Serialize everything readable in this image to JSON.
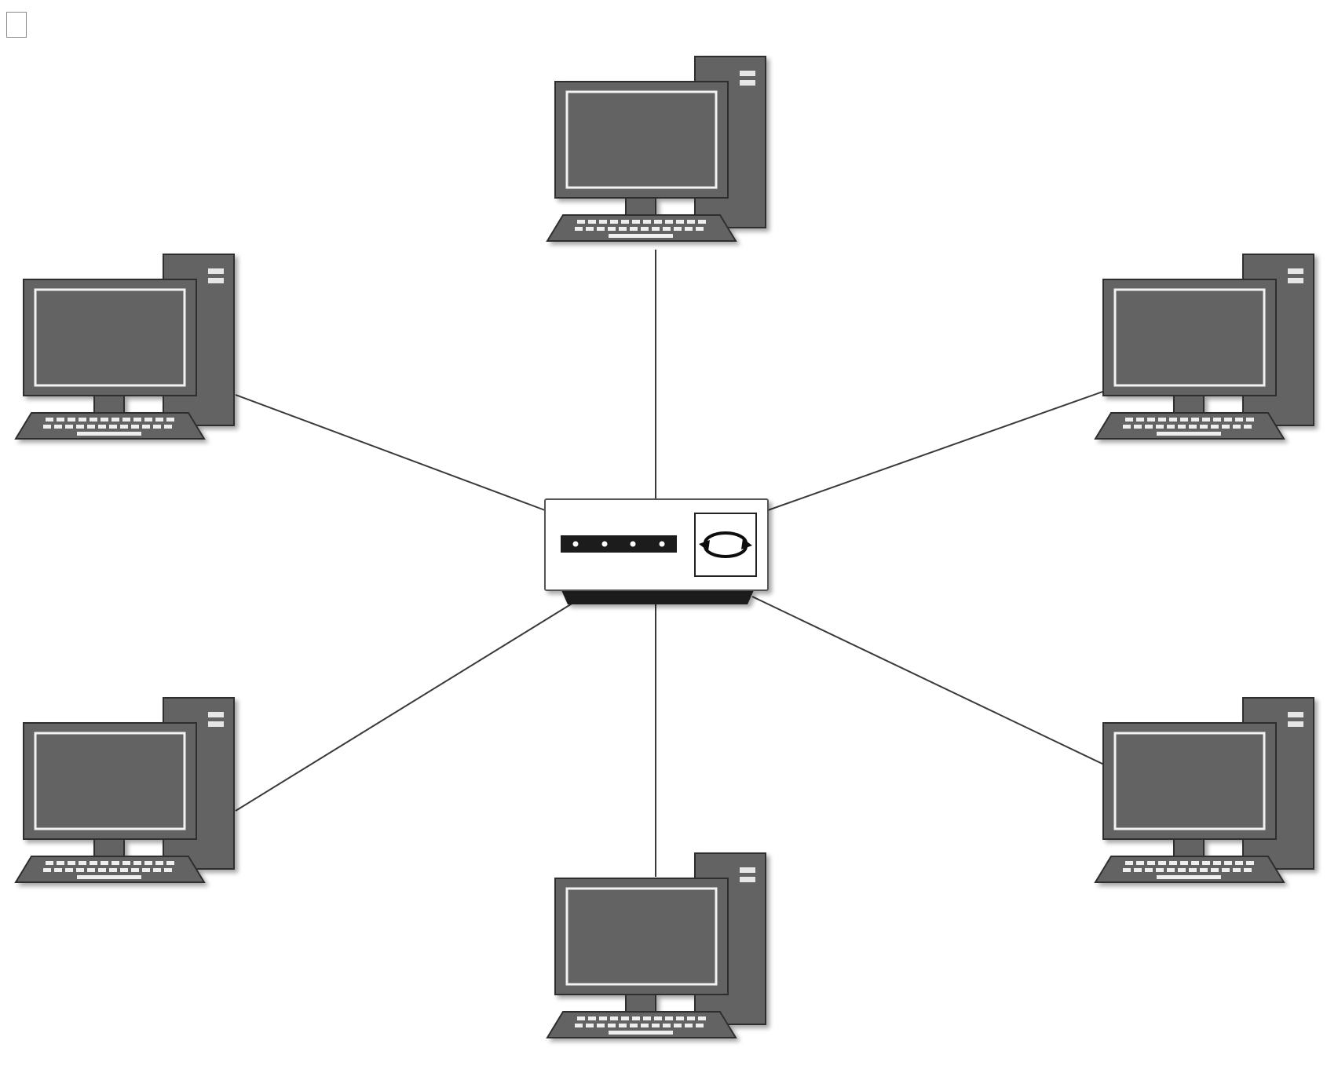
{
  "diagram": {
    "type": "star-network-topology",
    "hub": {
      "icon": "network-switch-icon",
      "color": "#ffffff"
    },
    "nodes": [
      {
        "id": "top",
        "icon": "desktop-computer-icon"
      },
      {
        "id": "upper-left",
        "icon": "desktop-computer-icon"
      },
      {
        "id": "upper-right",
        "icon": "desktop-computer-icon"
      },
      {
        "id": "lower-left",
        "icon": "desktop-computer-icon"
      },
      {
        "id": "lower-right",
        "icon": "desktop-computer-icon"
      },
      {
        "id": "bottom",
        "icon": "desktop-computer-icon"
      }
    ],
    "colors": {
      "computer_body": "#646464",
      "computer_outline": "#2e2e2e",
      "screen_frame": "#f2f2f2",
      "cable": "#3a3a3a",
      "hub_body": "#ffffff",
      "hub_port_strip": "#1a1a1a"
    }
  },
  "ui": {
    "checkbox_icon": "empty-checkbox-icon"
  }
}
